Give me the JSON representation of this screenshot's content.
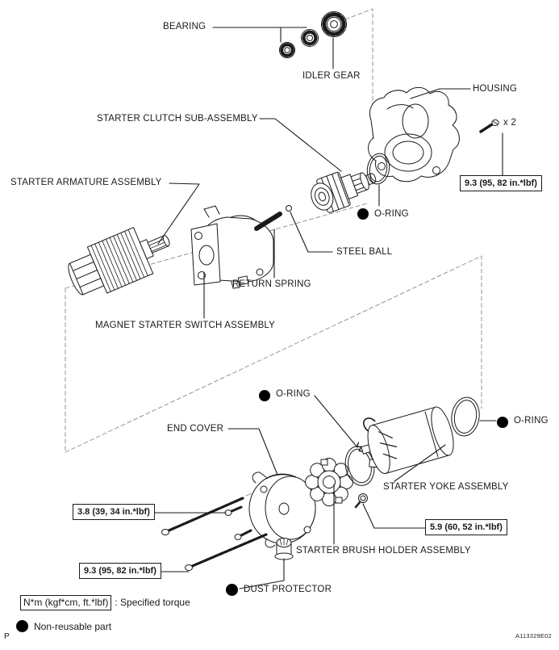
{
  "figure": {
    "code": "A113329E02",
    "page_marker": "P",
    "colors": {
      "ink": "#1a1a1a",
      "background": "#ffffff",
      "fold_line": "#8a8a8a"
    }
  },
  "part_labels": {
    "bearing": "BEARING",
    "idler_gear": "IDLER GEAR",
    "housing": "HOUSING",
    "housing_bolt_count": "x 2",
    "starter_clutch": "STARTER CLUTCH SUB-ASSEMBLY",
    "starter_armature": "STARTER ARMATURE ASSEMBLY",
    "o_ring_upper": "O-RING",
    "steel_ball": "STEEL BALL",
    "return_spring": "RETURN SPRING",
    "magnet_switch": "MAGNET STARTER SWITCH ASSEMBLY",
    "end_cover": "END COVER",
    "o_ring_mid": "O-RING",
    "o_ring_right": "O-RING",
    "starter_yoke": "STARTER YOKE ASSEMBLY",
    "brush_holder": "STARTER BRUSH HOLDER ASSEMBLY",
    "dust_protector": "DUST PROTECTOR"
  },
  "torque_specs": {
    "housing_bolt": "9.3 (95, 82 in.*lbf)",
    "end_cover_screw": "3.8 (39, 34 in.*lbf)",
    "through_bolt": "9.3 (95, 82 in.*lbf)",
    "terminal_nut": "5.9 (60, 52 in.*lbf)"
  },
  "legend": {
    "torque_units": "N*m (kgf*cm, ft.*lbf)",
    "torque_desc": ": Specified torque",
    "non_reusable": "Non-reusable part"
  }
}
